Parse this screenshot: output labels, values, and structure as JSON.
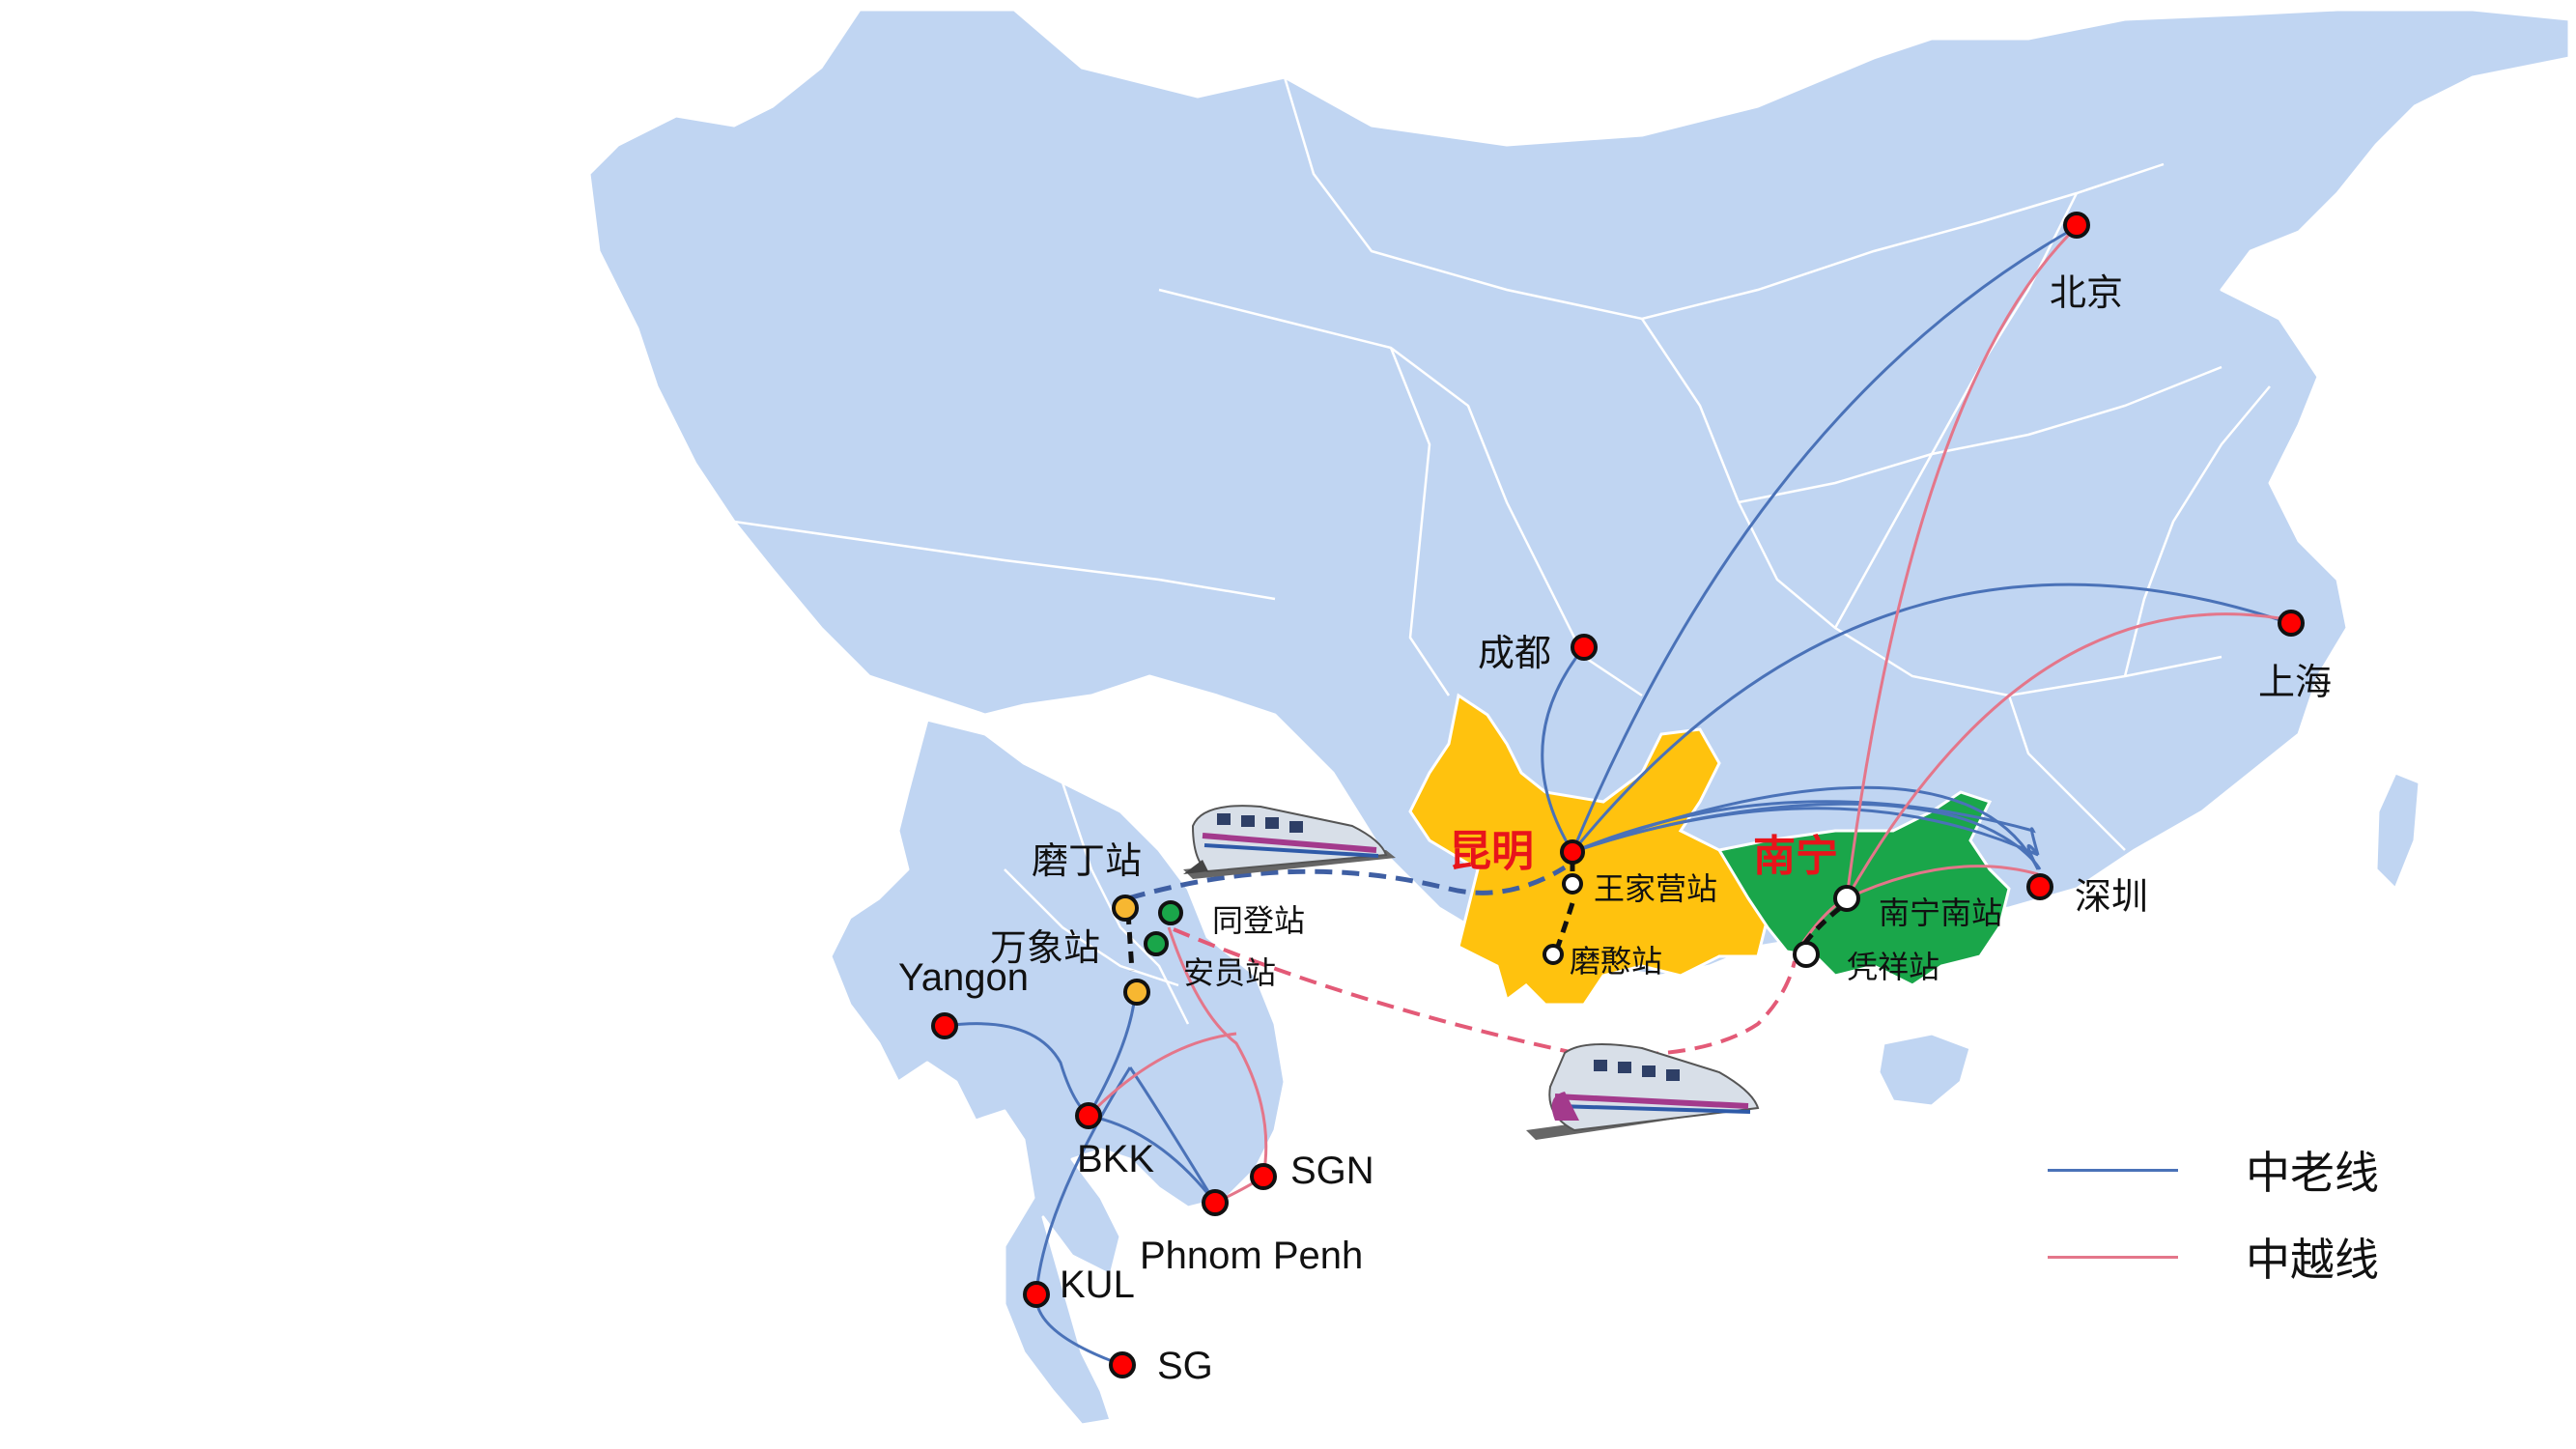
{
  "labels": {
    "beijing": "北京",
    "shanghai": "上海",
    "chengdu": "成都",
    "shenzhen": "深圳",
    "kunming": "昆明",
    "nanning": "南宁",
    "wangjiaying": "王家营站",
    "mohan": "磨憨站",
    "nanning_south": "南宁南站",
    "pingxiang": "凭祥站",
    "boten": "磨丁站",
    "vientiane": "万象站",
    "dong_dang": "同登站",
    "yen_vien": "安员站",
    "yangon": "Yangon",
    "bkk": "BKK",
    "phnom_penh": "Phnom Penh",
    "sgn": "SGN",
    "kul": "KUL",
    "sg": "SG"
  },
  "legend": [
    {
      "label": "中老线",
      "color": "#4a72b8"
    },
    {
      "label": "中越线",
      "color": "#e4768a"
    }
  ],
  "colors": {
    "land": "#c0d5f2",
    "border": "#ffffff",
    "yunnan": "#ffc20e",
    "guangxi": "#1aa64a",
    "china_laos_line": "#4a72b8",
    "china_vietnam_line": "#e4768a",
    "city_marker": "#ff0000",
    "hub_label": "#e8141b"
  },
  "icons": [
    "high-speed-train-icon",
    "high-speed-train-icon"
  ]
}
